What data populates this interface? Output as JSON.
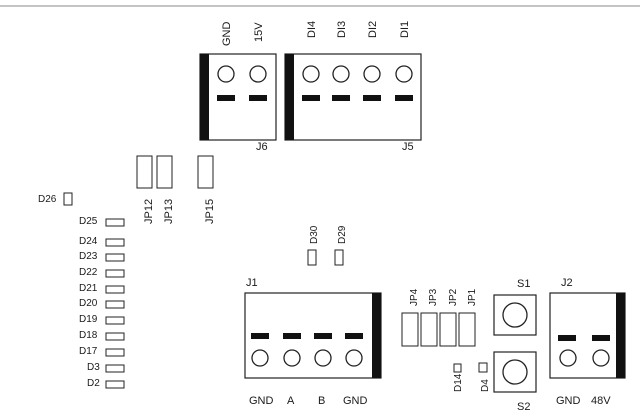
{
  "colors": {
    "line": "#222222",
    "bar": "#111111",
    "background": "#ffffff"
  },
  "connectors": {
    "j6": {
      "name": "J6",
      "pins": [
        "GND",
        "15V"
      ]
    },
    "j5": {
      "name": "J5",
      "pins": [
        "DI4",
        "DI3",
        "DI2",
        "DI1"
      ]
    },
    "j1": {
      "name": "J1",
      "pins": [
        "GND",
        "A",
        "B",
        "GND"
      ]
    },
    "j2": {
      "name": "J2",
      "pins": [
        "GND",
        "48V"
      ]
    }
  },
  "jumpers": {
    "top": [
      "JP12",
      "JP13",
      "JP15"
    ],
    "bottom": [
      "JP4",
      "JP3",
      "JP2",
      "JP1"
    ]
  },
  "leds": {
    "d26": "D26",
    "column": [
      "D25",
      "D24",
      "D23",
      "D22",
      "D21",
      "D20",
      "D19",
      "D18",
      "D17",
      "D3",
      "D2"
    ],
    "d30": "D30",
    "d29": "D29",
    "d14": "D14",
    "d4": "D4"
  },
  "switches": {
    "s1": "S1",
    "s2": "S2"
  }
}
